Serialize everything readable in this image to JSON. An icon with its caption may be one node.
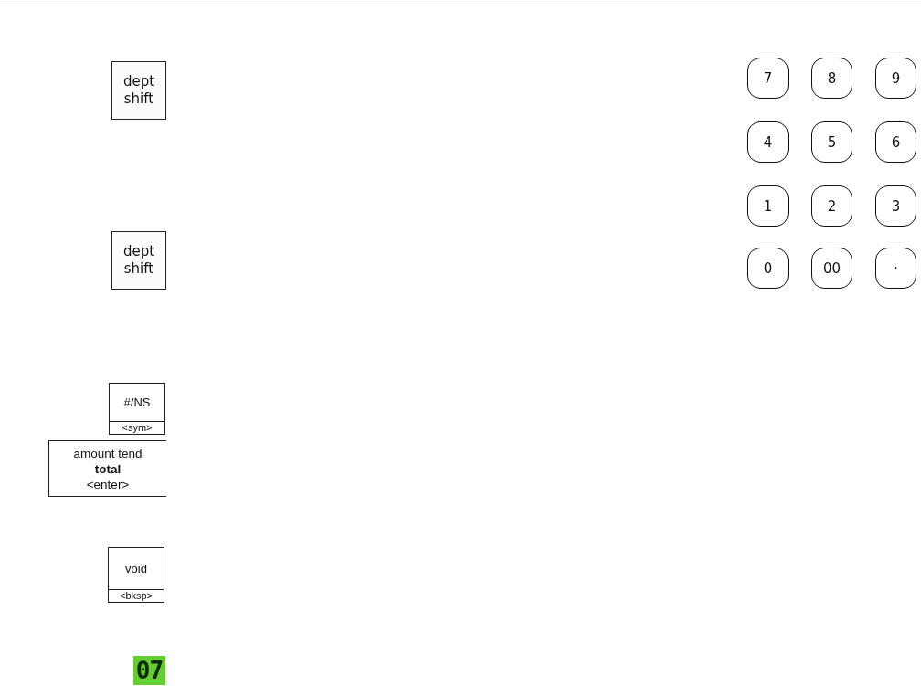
{
  "diagram": {
    "nodes": [
      {
        "text": [
          "dept shift"
        ]
      },
      {
        "text": [
          "dept shift"
        ]
      },
      {
        "text": [
          "#/NS",
          "<sym>"
        ]
      },
      {
        "text": [
          "amount tend",
          "total",
          "<enter>"
        ]
      },
      {
        "text": [
          "void",
          "<bksp>"
        ]
      },
      {
        "text": [
          "07"
        ]
      },
      {
        "text": [
          "7"
        ]
      },
      {
        "text": [
          "8"
        ]
      },
      {
        "text": [
          "9"
        ]
      },
      {
        "text": [
          "4"
        ]
      },
      {
        "text": [
          "5"
        ]
      },
      {
        "text": [
          "6"
        ]
      },
      {
        "text": [
          "1"
        ]
      },
      {
        "text": [
          "2"
        ]
      },
      {
        "text": [
          "3"
        ]
      },
      {
        "text": [
          "0"
        ]
      },
      {
        "text": [
          "00"
        ]
      },
      {
        "text": [
          "·"
        ]
      }
    ]
  }
}
